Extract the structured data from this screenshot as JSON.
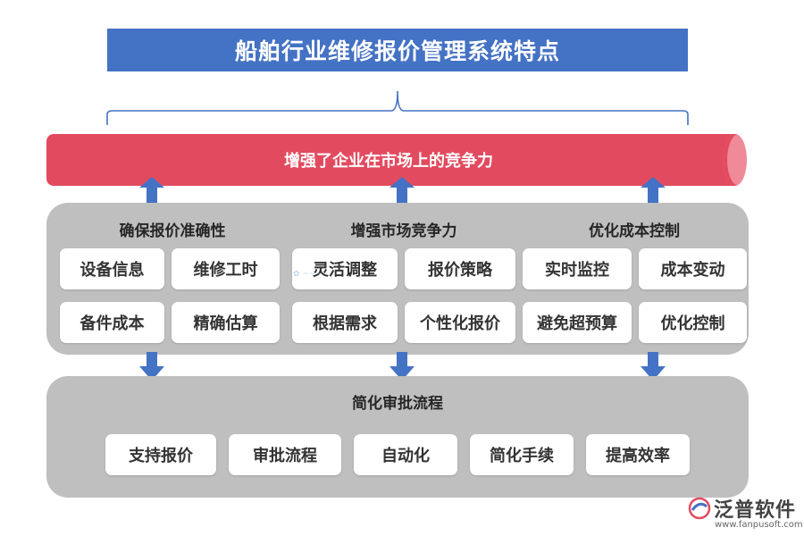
{
  "title": "船舶行业维修报价管理系统特点",
  "banner": "增强了企业在市场上的竞争力",
  "groups": [
    {
      "title": "确保报价准确性",
      "items": [
        "设备信息",
        "维修工时",
        "备件成本",
        "精确估算"
      ]
    },
    {
      "title": "增强市场竞争力",
      "items": [
        "灵活调整",
        "报价策略",
        "根据需求",
        "个性化报价"
      ]
    },
    {
      "title": "优化成本控制",
      "items": [
        "实时监控",
        "成本变动",
        "避免超预算",
        "优化控制"
      ]
    }
  ],
  "bottom": {
    "title": "简化审批流程",
    "items": [
      "支持报价",
      "审批流程",
      "自动化",
      "简化手续",
      "提高效率"
    ]
  },
  "logo": {
    "name": "泛普软件",
    "url": "www.fanpusoft.com"
  },
  "colors": {
    "title_bg": "#4472c4",
    "banner": "#e24b5f",
    "arrow": "#4472c4",
    "panel": "#bfbfbf"
  }
}
